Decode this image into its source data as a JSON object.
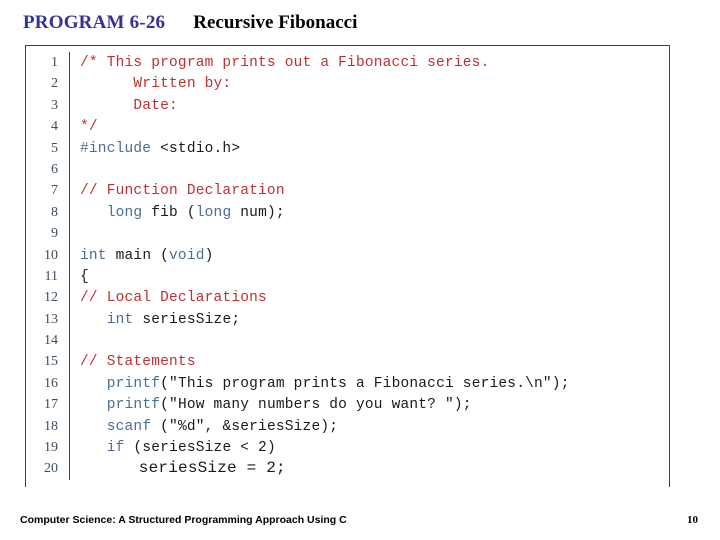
{
  "slide": {
    "program_label": "PROGRAM 6-26",
    "program_subtitle": "Recursive Fibonacci",
    "title_color": "#333399",
    "box_border_color": "#2F4550"
  },
  "code": {
    "language": "C",
    "comment_color": "#BF3030",
    "keyword_color": "#4A6E96",
    "text_color": "#1A1A1A",
    "line_number_color": "#3D4F60",
    "lines": [
      {
        "number": "1",
        "text": "/* This program prints out a Fibonacci series.",
        "tokens": [
          {
            "t": "/* This program prints out a Fibonacci series.",
            "c": "comment"
          }
        ]
      },
      {
        "number": "2",
        "text": "      Written by:",
        "tokens": [
          {
            "t": "      Written by:",
            "c": "comment"
          }
        ]
      },
      {
        "number": "3",
        "text": "      Date:",
        "tokens": [
          {
            "t": "      Date:",
            "c": "comment"
          }
        ]
      },
      {
        "number": "4",
        "text": "*/",
        "tokens": [
          {
            "t": "*/",
            "c": "comment"
          }
        ]
      },
      {
        "number": "5",
        "text": "#include <stdio.h>",
        "tokens": [
          {
            "t": "#include",
            "c": "keyword"
          },
          {
            "t": " <stdio.h>",
            "c": "plain"
          }
        ]
      },
      {
        "number": "6",
        "text": "",
        "tokens": []
      },
      {
        "number": "7",
        "text": "// Function Declaration",
        "tokens": [
          {
            "t": "// Function Declaration",
            "c": "comment"
          }
        ]
      },
      {
        "number": "8",
        "text": "   long fib (long num);",
        "tokens": [
          {
            "t": "   ",
            "c": "plain"
          },
          {
            "t": "long",
            "c": "keyword"
          },
          {
            "t": " fib (",
            "c": "plain"
          },
          {
            "t": "long",
            "c": "keyword"
          },
          {
            "t": " num);",
            "c": "plain"
          }
        ]
      },
      {
        "number": "9",
        "text": "",
        "tokens": []
      },
      {
        "number": "10",
        "text": "int main (void)",
        "tokens": [
          {
            "t": "int",
            "c": "keyword"
          },
          {
            "t": " main (",
            "c": "plain"
          },
          {
            "t": "void",
            "c": "keyword"
          },
          {
            "t": ")",
            "c": "plain"
          }
        ]
      },
      {
        "number": "11",
        "text": "{",
        "tokens": [
          {
            "t": "{",
            "c": "plain"
          }
        ]
      },
      {
        "number": "12",
        "text": "// Local Declarations",
        "tokens": [
          {
            "t": "// Local Declarations",
            "c": "comment"
          }
        ]
      },
      {
        "number": "13",
        "text": "   int seriesSize;",
        "tokens": [
          {
            "t": "   ",
            "c": "plain"
          },
          {
            "t": "int",
            "c": "keyword"
          },
          {
            "t": " seriesSize;",
            "c": "plain"
          }
        ]
      },
      {
        "number": "14",
        "text": "",
        "tokens": []
      },
      {
        "number": "15",
        "text": "// Statements",
        "tokens": [
          {
            "t": "// Statements",
            "c": "comment"
          }
        ]
      },
      {
        "number": "16",
        "text": "   printf(\"This program prints a Fibonacci series.\\n\");",
        "tokens": [
          {
            "t": "   ",
            "c": "plain"
          },
          {
            "t": "printf",
            "c": "keyword"
          },
          {
            "t": "(\"This program prints a Fibonacci series.\\n\");",
            "c": "plain"
          }
        ]
      },
      {
        "number": "17",
        "text": "   printf(\"How many numbers do you want? \");",
        "tokens": [
          {
            "t": "   ",
            "c": "plain"
          },
          {
            "t": "printf",
            "c": "keyword"
          },
          {
            "t": "(\"How many numbers do you want? \");",
            "c": "plain"
          }
        ]
      },
      {
        "number": "18",
        "text": "   scanf (\"%d\", &seriesSize);",
        "tokens": [
          {
            "t": "   ",
            "c": "plain"
          },
          {
            "t": "scanf",
            "c": "keyword"
          },
          {
            "t": " (\"%d\", &seriesSize);",
            "c": "plain"
          }
        ]
      },
      {
        "number": "19",
        "text": "   if (seriesSize < 2)",
        "tokens": [
          {
            "t": "   ",
            "c": "plain"
          },
          {
            "t": "if",
            "c": "keyword"
          },
          {
            "t": " (seriesSize < 2)",
            "c": "plain"
          }
        ]
      },
      {
        "number": "20",
        "text": "      seriesSize = 2;",
        "big": true,
        "tokens": [
          {
            "t": "      seriesSize = 2;",
            "c": "plain"
          }
        ]
      }
    ]
  },
  "footer": {
    "text": "Computer Science: A Structured Programming Approach Using C",
    "page_number": "10"
  }
}
